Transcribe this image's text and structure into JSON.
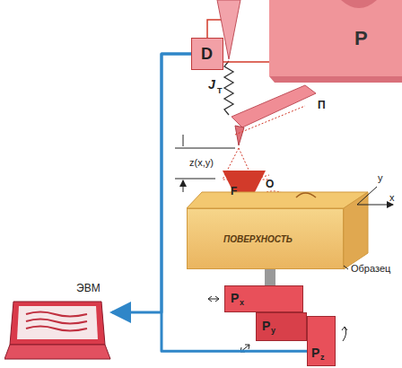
{
  "diagram": {
    "nodes": [
      {
        "text": [
          "P"
        ]
      },
      {
        "text": [
          "D"
        ]
      },
      {
        "text": [
          "ПОВЕРХНОСТЬ",
          "Образец"
        ]
      },
      {
        "text": [
          "P",
          "x"
        ]
      },
      {
        "text": [
          "P",
          "y"
        ]
      },
      {
        "text": [
          "P",
          "z"
        ]
      },
      {
        "text": [
          "ЭВМ"
        ]
      }
    ],
    "edges": [
      {
        "from": 1,
        "to": 0,
        "arrow": "none"
      },
      {
        "from": 1,
        "to": 5,
        "arrow": "none"
      },
      {
        "from": 1,
        "to": 6,
        "arrow": "to"
      }
    ],
    "labels": [
      "J",
      "T",
      "П",
      "z(x,y)",
      "O",
      "F",
      "y",
      "x"
    ]
  }
}
